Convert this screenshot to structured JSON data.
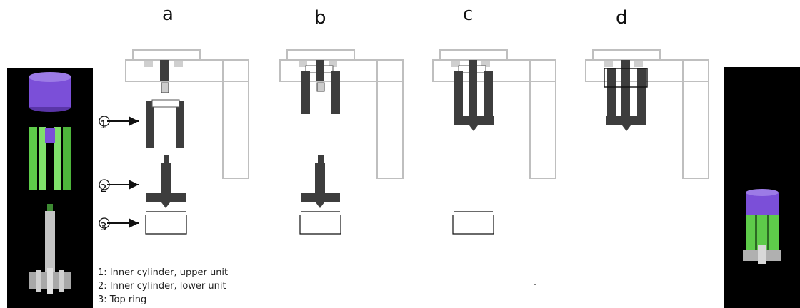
{
  "panels": {
    "a": "a",
    "b": "b",
    "c": "c",
    "d": "d"
  },
  "callouts": [
    "1",
    "2",
    "3"
  ],
  "legend": [
    "1: Inner cylinder, upper unit",
    "2: Inner cylinder, lower unit",
    "3: Top ring"
  ],
  "colors": {
    "frame": "#bfbfbf",
    "part": "#3d3d3d",
    "cylinder_top": "#7b4fd8",
    "cylinder_green": "#5ecb4a",
    "shaft": "#b9b9b9",
    "render_bg": "#000000"
  }
}
